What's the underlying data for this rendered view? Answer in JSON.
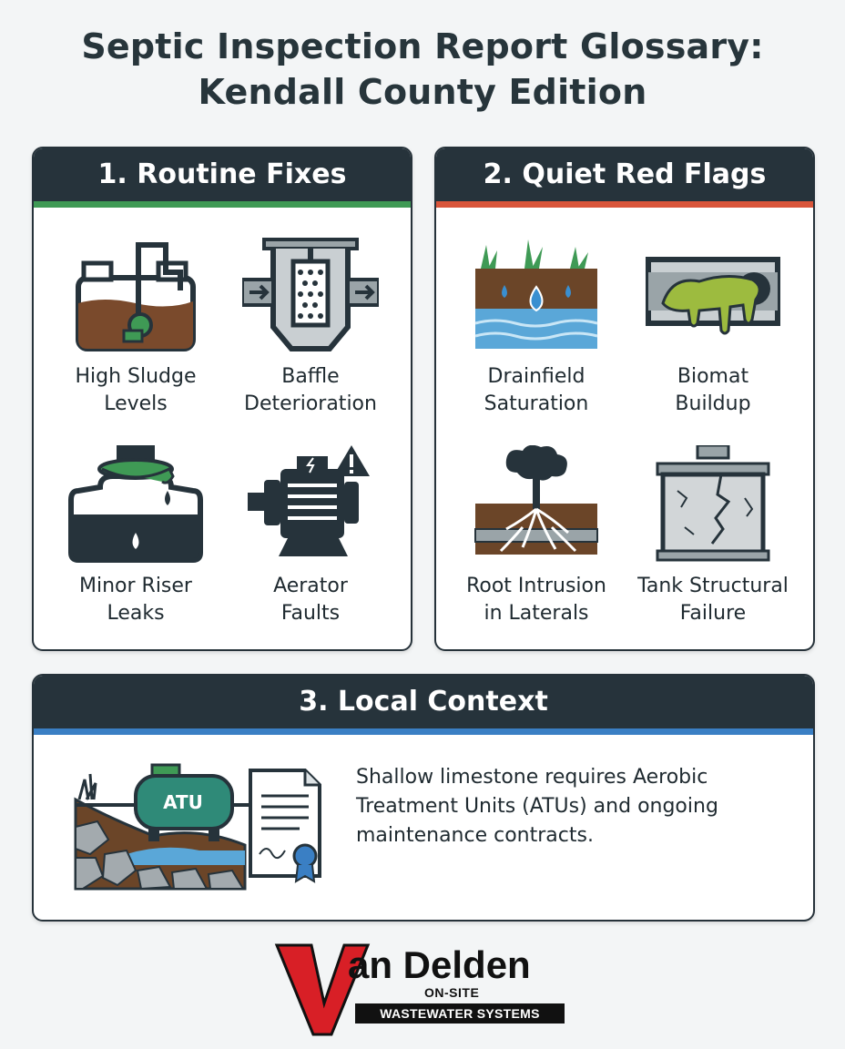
{
  "title": {
    "line1": "Septic Inspection Report Glossary:",
    "line2": "Kendall County Edition"
  },
  "sections": {
    "routine": {
      "heading": "1. Routine Fixes",
      "accent": "#3f9a55",
      "items": [
        {
          "label_l1": "High Sludge",
          "label_l2": "Levels",
          "icon": "sludge-tank-icon"
        },
        {
          "label_l1": "Baffle",
          "label_l2": "Deterioration",
          "icon": "baffle-filter-icon"
        },
        {
          "label_l1": "Minor Riser",
          "label_l2": "Leaks",
          "icon": "leaking-riser-icon"
        },
        {
          "label_l1": "Aerator",
          "label_l2": "Faults",
          "icon": "aerator-motor-icon"
        }
      ]
    },
    "red_flags": {
      "heading": "2. Quiet Red Flags",
      "accent": "#d9553a",
      "items": [
        {
          "label_l1": "Drainfield",
          "label_l2": "Saturation",
          "icon": "saturated-soil-icon"
        },
        {
          "label_l1": "Biomat",
          "label_l2": "Buildup",
          "icon": "biomat-pipe-icon"
        },
        {
          "label_l1": "Root Intrusion",
          "label_l2": "in Laterals",
          "icon": "tree-roots-icon"
        },
        {
          "label_l1": "Tank Structural",
          "label_l2": "Failure",
          "icon": "cracked-tank-icon"
        }
      ]
    },
    "local": {
      "heading": "3. Local Context",
      "accent": "#3a7fc4",
      "text": "Shallow limestone requires Aerobic Treatment Units (ATUs) and ongoing maintenance contracts.",
      "atu_label": "ATU"
    }
  },
  "logo": {
    "letter": "V",
    "word": "an Delden",
    "line2": "ON-SITE",
    "line3": "WASTEWATER SYSTEMS"
  }
}
